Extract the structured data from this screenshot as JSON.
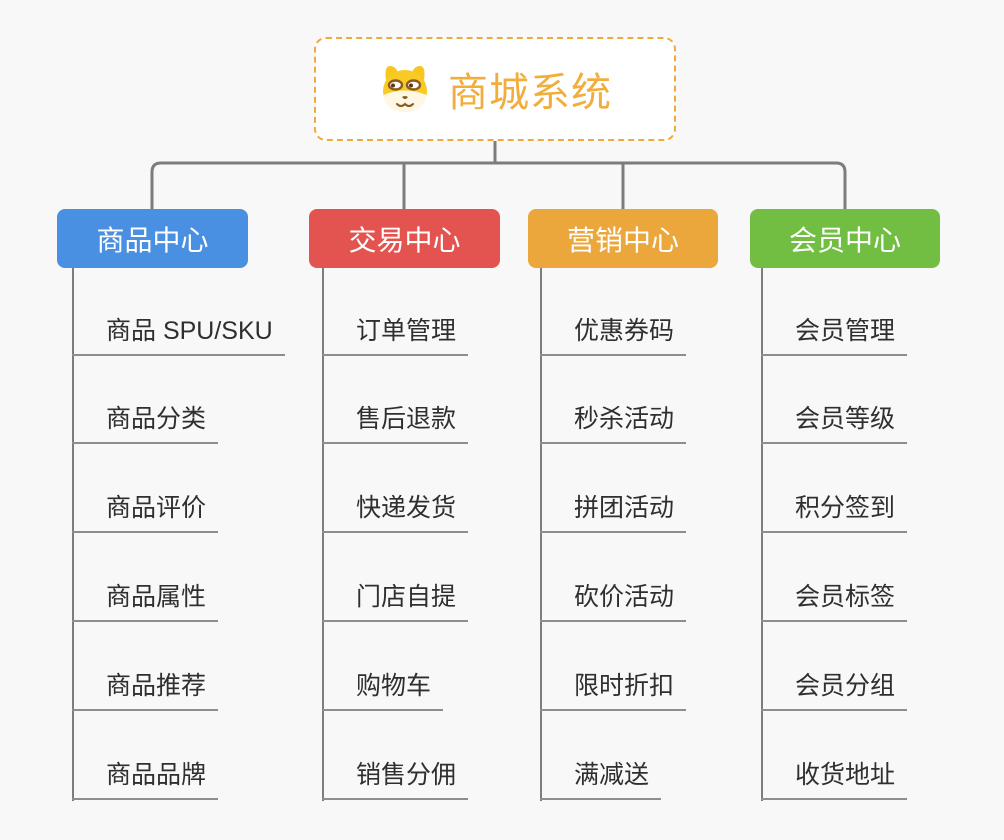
{
  "root": {
    "label": "商城系统",
    "icon": "dog-face-icon",
    "text_color": "#f2ae3d",
    "border_color": "#f2a93c",
    "background": "#ffffff"
  },
  "connector_color": "#7d7d7d",
  "leaf_underline_color": "#8e8e8e",
  "canvas_background": "#f8f8f8",
  "branches": [
    {
      "label": "商品中心",
      "color": "#4a90e2",
      "children": [
        "商品 SPU/SKU",
        "商品分类",
        "商品评价",
        "商品属性",
        "商品推荐",
        "商品品牌"
      ]
    },
    {
      "label": "交易中心",
      "color": "#e35451",
      "children": [
        "订单管理",
        "售后退款",
        "快递发货",
        "门店自提",
        "购物车",
        "销售分佣"
      ]
    },
    {
      "label": "营销中心",
      "color": "#eba73c",
      "children": [
        "优惠券码",
        "秒杀活动",
        "拼团活动",
        "砍价活动",
        "限时折扣",
        "满减送"
      ]
    },
    {
      "label": "会员中心",
      "color": "#71be43",
      "children": [
        "会员管理",
        "会员等级",
        "积分签到",
        "会员标签",
        "会员分组",
        "收货地址"
      ]
    }
  ]
}
